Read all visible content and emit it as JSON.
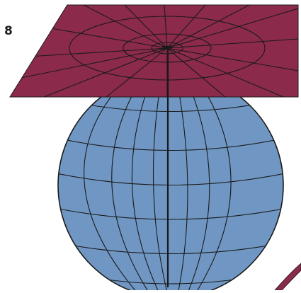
{
  "figure": {
    "label": "8"
  },
  "colors": {
    "background": "#ffffff",
    "plane": "#8c2a4c",
    "globe": "#7097c4",
    "line": "#1a1a1a",
    "label": "#1e1e1e"
  },
  "elements": {
    "plane": "tangent-projection-plane",
    "globe": "globe-with-graticule",
    "axis": "vertical-axis-line",
    "corner_shape": "maroon-corner-arc"
  }
}
